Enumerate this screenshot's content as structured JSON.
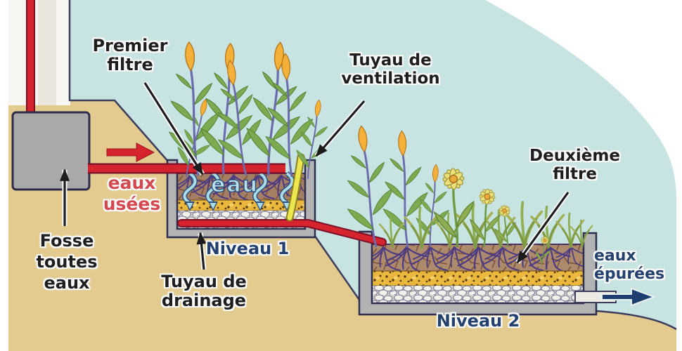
{
  "diagram_type": "wastewater-phytofiltration-cross-section",
  "labels": {
    "premier_filtre": {
      "line1": "Premier",
      "line2": "filtre"
    },
    "tuyau_ventilation": {
      "line1": "Tuyau de",
      "line2": "ventilation"
    },
    "deuxieme_filtre": {
      "line1": "Deuxième",
      "line2": "filtre"
    },
    "fosse_toutes_eaux": {
      "line1": "Fosse",
      "line2": "toutes",
      "line3": "eaux"
    },
    "eaux_usees": {
      "line1": "eaux",
      "line2": "usées"
    },
    "niveau_1": {
      "text": "Niveau 1"
    },
    "tuyau_drainage": {
      "line1": "Tuyau de",
      "line2": "drainage"
    },
    "niveau_2": {
      "text": "Niveau 2"
    },
    "eaux_epurees": {
      "line1": "eaux",
      "line2": "épurées"
    },
    "eau": {
      "text": "eau"
    }
  },
  "colors": {
    "sky": "#c7e3e2",
    "ground": "#e3cb90",
    "pipe_red": "#d6242e",
    "text_red": "#d4494f",
    "text_navy": "#24406f",
    "text_black": "#1e1e1e",
    "tank_gray": "#a9a9a9",
    "filter_frame_gray": "#b3b3b3",
    "soil_brown": "#a57f63",
    "gravel_yellow": "#e9b83c",
    "pebble_white": "#f4f2ec",
    "ventilation_pipe_yellow": "#ece64f",
    "plant_stem_purple": "#6b6bad",
    "leaf_green": "#7caa50",
    "bud_orange": "#f4b039",
    "water_arrow_blue": "#abdce6"
  }
}
